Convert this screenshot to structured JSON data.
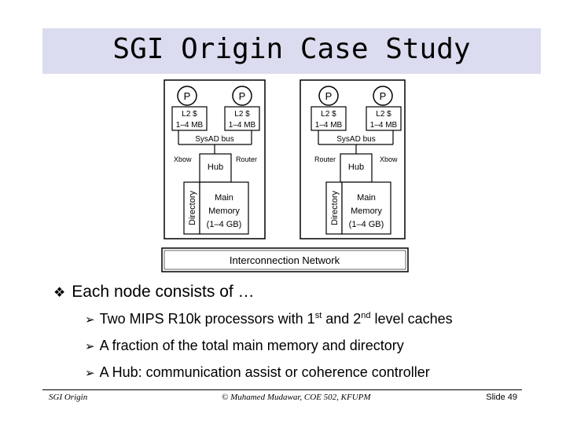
{
  "title": "SGI Origin Case Study",
  "diagram": {
    "processor_label": "P",
    "cache_line1": "L2 $",
    "cache_line2": "1–4 MB",
    "bus_label": "SysAD bus",
    "xbow_label": "Xbow",
    "hub_label": "Hub",
    "router_label": "Router",
    "directory_label": "Directory",
    "memory_line1": "Main",
    "memory_line2": "Memory",
    "memory_line3": "(1–4 GB)",
    "network_label": "Interconnection Network"
  },
  "bullets": {
    "main": "Each node consists of …",
    "sub1_pre": "Two MIPS R10k processors with 1",
    "sub1_sup1": "st",
    "sub1_mid": " and 2",
    "sub1_sup2": "nd",
    "sub1_post": " level caches",
    "sub2": "A fraction of the total main memory and directory",
    "sub3": "A Hub: communication assist or coherence controller"
  },
  "footer": {
    "left": "SGI Origin",
    "center": "© Muhamed Mudawar, COE 502, KFUPM",
    "right": "Slide 49"
  }
}
